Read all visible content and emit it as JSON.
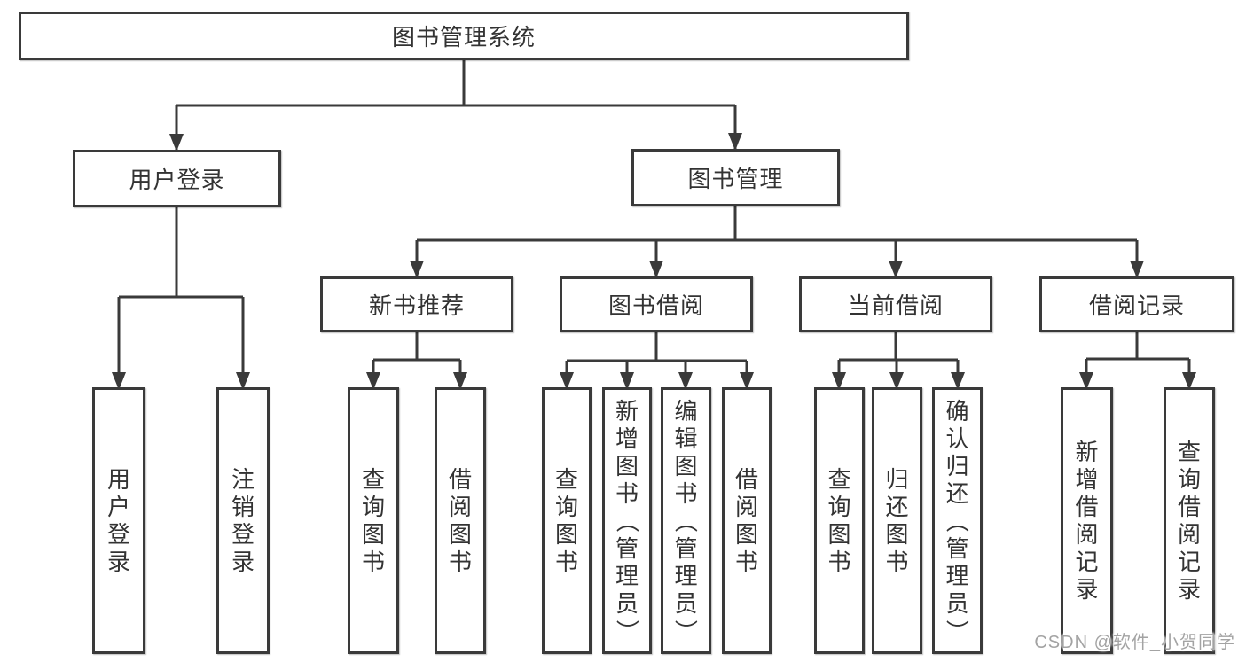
{
  "diagram": {
    "title": "图书管理系统",
    "nodes": [
      {
        "id": "root",
        "label": "图书管理系统",
        "orientation": "horizontal",
        "level": 1
      },
      {
        "id": "user-login",
        "label": "用户登录",
        "orientation": "horizontal",
        "level": 2
      },
      {
        "id": "book-management",
        "label": "图书管理",
        "orientation": "horizontal",
        "level": 2
      },
      {
        "id": "new-book-recommend",
        "label": "新书推荐",
        "orientation": "horizontal",
        "level": 3
      },
      {
        "id": "book-borrowing",
        "label": "图书借阅",
        "orientation": "horizontal",
        "level": 3
      },
      {
        "id": "current-borrowing",
        "label": "当前借阅",
        "orientation": "horizontal",
        "level": 3
      },
      {
        "id": "borrowing-records",
        "label": "借阅记录",
        "orientation": "horizontal",
        "level": 3
      },
      {
        "id": "leaf-user-login",
        "label": "用户登录",
        "orientation": "vertical",
        "level": 4
      },
      {
        "id": "leaf-logout",
        "label": "注销登录",
        "orientation": "vertical",
        "level": 4
      },
      {
        "id": "leaf-rec-query-books",
        "label": "查询图书",
        "orientation": "vertical",
        "level": 4
      },
      {
        "id": "leaf-rec-borrow-books",
        "label": "借阅图书",
        "orientation": "vertical",
        "level": 4
      },
      {
        "id": "leaf-bor-query-books",
        "label": "查询图书",
        "orientation": "vertical",
        "level": 4
      },
      {
        "id": "leaf-bor-add-books",
        "label": "新增图书（管理员）",
        "orientation": "vertical",
        "level": 4
      },
      {
        "id": "leaf-bor-edit-books",
        "label": "编辑图书（管理员）",
        "orientation": "vertical",
        "level": 4
      },
      {
        "id": "leaf-bor-borrow-books",
        "label": "借阅图书",
        "orientation": "vertical",
        "level": 4
      },
      {
        "id": "leaf-cur-query-books",
        "label": "查询图书",
        "orientation": "vertical",
        "level": 4
      },
      {
        "id": "leaf-cur-return-books",
        "label": "归还图书",
        "orientation": "vertical",
        "level": 4
      },
      {
        "id": "leaf-cur-confirm-return",
        "label": "确认归还（管理员）",
        "orientation": "vertical",
        "level": 4
      },
      {
        "id": "leaf-recd-add-record",
        "label": "新增借阅记录",
        "orientation": "vertical",
        "level": 4
      },
      {
        "id": "leaf-recd-query-record",
        "label": "查询借阅记录",
        "orientation": "vertical",
        "level": 4
      }
    ],
    "edges": [
      [
        "root",
        "user-login"
      ],
      [
        "root",
        "book-management"
      ],
      [
        "user-login",
        "leaf-user-login"
      ],
      [
        "user-login",
        "leaf-logout"
      ],
      [
        "book-management",
        "new-book-recommend"
      ],
      [
        "book-management",
        "book-borrowing"
      ],
      [
        "book-management",
        "current-borrowing"
      ],
      [
        "book-management",
        "borrowing-records"
      ],
      [
        "new-book-recommend",
        "leaf-rec-query-books"
      ],
      [
        "new-book-recommend",
        "leaf-rec-borrow-books"
      ],
      [
        "book-borrowing",
        "leaf-bor-query-books"
      ],
      [
        "book-borrowing",
        "leaf-bor-add-books"
      ],
      [
        "book-borrowing",
        "leaf-bor-edit-books"
      ],
      [
        "book-borrowing",
        "leaf-bor-borrow-books"
      ],
      [
        "current-borrowing",
        "leaf-cur-query-books"
      ],
      [
        "current-borrowing",
        "leaf-cur-return-books"
      ],
      [
        "current-borrowing",
        "leaf-cur-confirm-return"
      ],
      [
        "borrowing-records",
        "leaf-recd-add-record"
      ],
      [
        "borrowing-records",
        "leaf-recd-query-record"
      ]
    ]
  },
  "watermark": {
    "text": "CSDN @软件_小贺同学"
  },
  "colors": {
    "line": "#3a3a3a",
    "box_border": "#3a3a3a",
    "text": "#333333",
    "watermark": "#a3a3a3",
    "background": "#ffffff"
  }
}
